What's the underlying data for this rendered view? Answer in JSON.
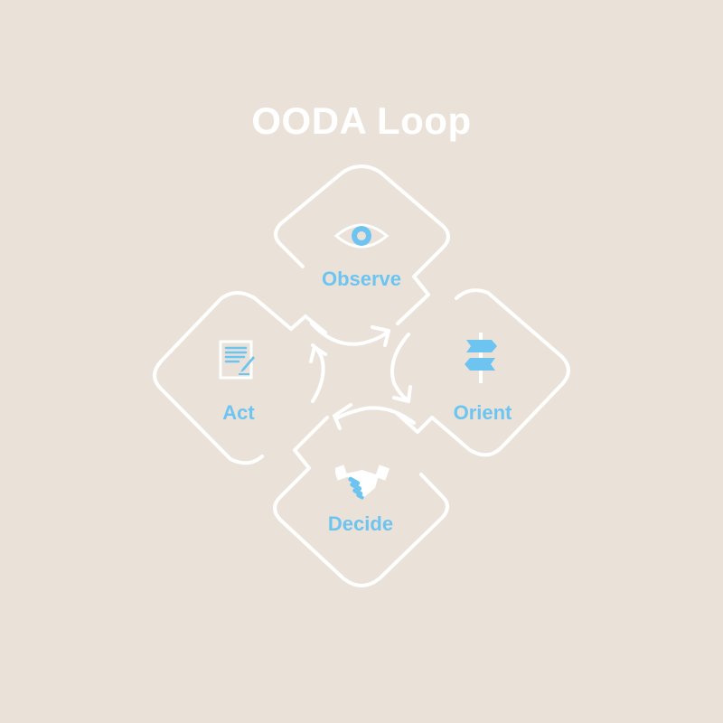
{
  "title": "OODA Loop",
  "colors": {
    "background": "#eae2d8",
    "outline": "#ffffff",
    "accent": "#6ec4f0"
  },
  "stages": [
    {
      "id": "observe",
      "label": "Observe",
      "icon": "eye-icon"
    },
    {
      "id": "orient",
      "label": "Orient",
      "icon": "signpost-icon"
    },
    {
      "id": "decide",
      "label": "Decide",
      "icon": "handshake-icon"
    },
    {
      "id": "act",
      "label": "Act",
      "icon": "document-pen-icon"
    }
  ],
  "flow": [
    "Observe",
    "Orient",
    "Decide",
    "Act",
    "Observe"
  ]
}
